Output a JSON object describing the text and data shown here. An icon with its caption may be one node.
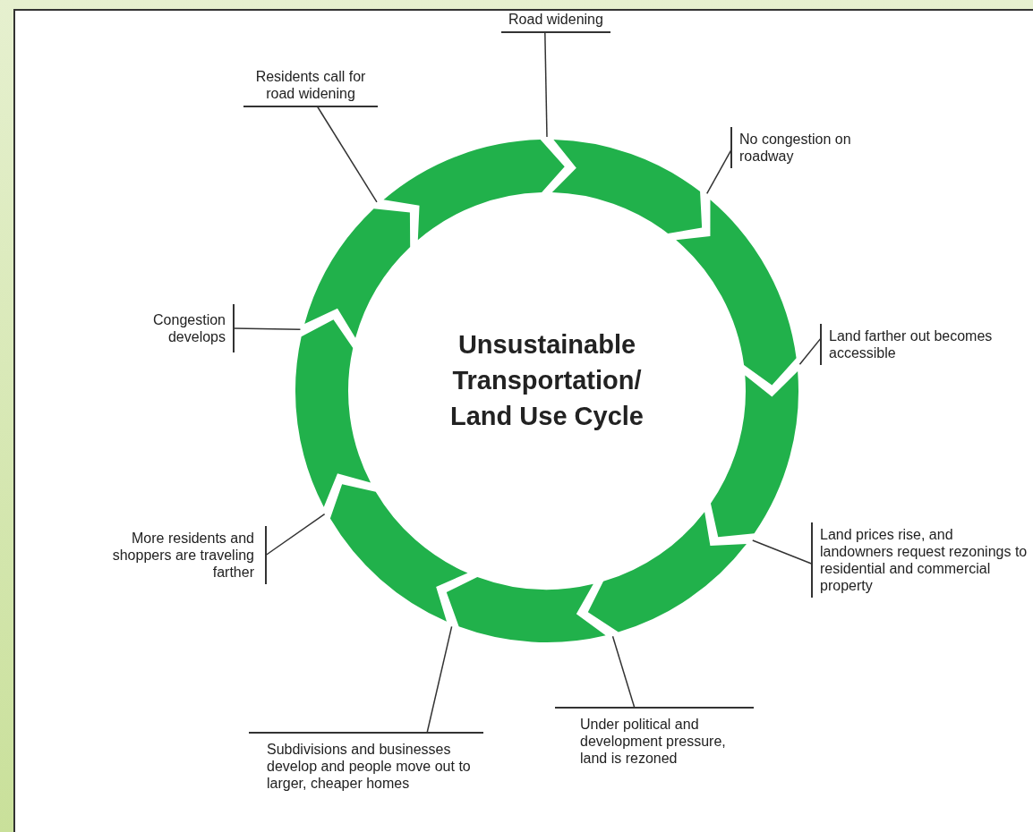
{
  "diagram": {
    "title": "Unsustainable Transportation/ Land Use Cycle",
    "nodes": [
      {
        "text": [
          "Road widening"
        ]
      },
      {
        "text": [
          "Residents call for road widening"
        ]
      },
      {
        "text": [
          "No congestion on roadway"
        ]
      },
      {
        "text": [
          "Congestion develops"
        ]
      },
      {
        "text": [
          "Land farther out becomes accessible"
        ]
      },
      {
        "text": [
          "More residents and shoppers are traveling farther"
        ]
      },
      {
        "text": [
          "Land prices rise, and landowners request rezonings to residential and commercial property"
        ]
      },
      {
        "text": [
          "Under political and development pressure, land is rezoned"
        ]
      },
      {
        "text": [
          "Subdivisions and businesses develop and people move out to larger, cheaper homes"
        ]
      }
    ],
    "edges": [
      {
        "from": 0,
        "to": null,
        "arrow": "none"
      },
      {
        "from": 1,
        "to": null,
        "arrow": "none"
      },
      {
        "from": 2,
        "to": null,
        "arrow": "none"
      },
      {
        "from": 3,
        "to": null,
        "arrow": "none"
      },
      {
        "from": 4,
        "to": null,
        "arrow": "none"
      },
      {
        "from": 5,
        "to": null,
        "arrow": "none"
      },
      {
        "from": 6,
        "to": null,
        "arrow": "none"
      },
      {
        "from": 7,
        "to": null,
        "arrow": "none"
      },
      {
        "from": 8,
        "to": null,
        "arrow": "none"
      }
    ]
  }
}
